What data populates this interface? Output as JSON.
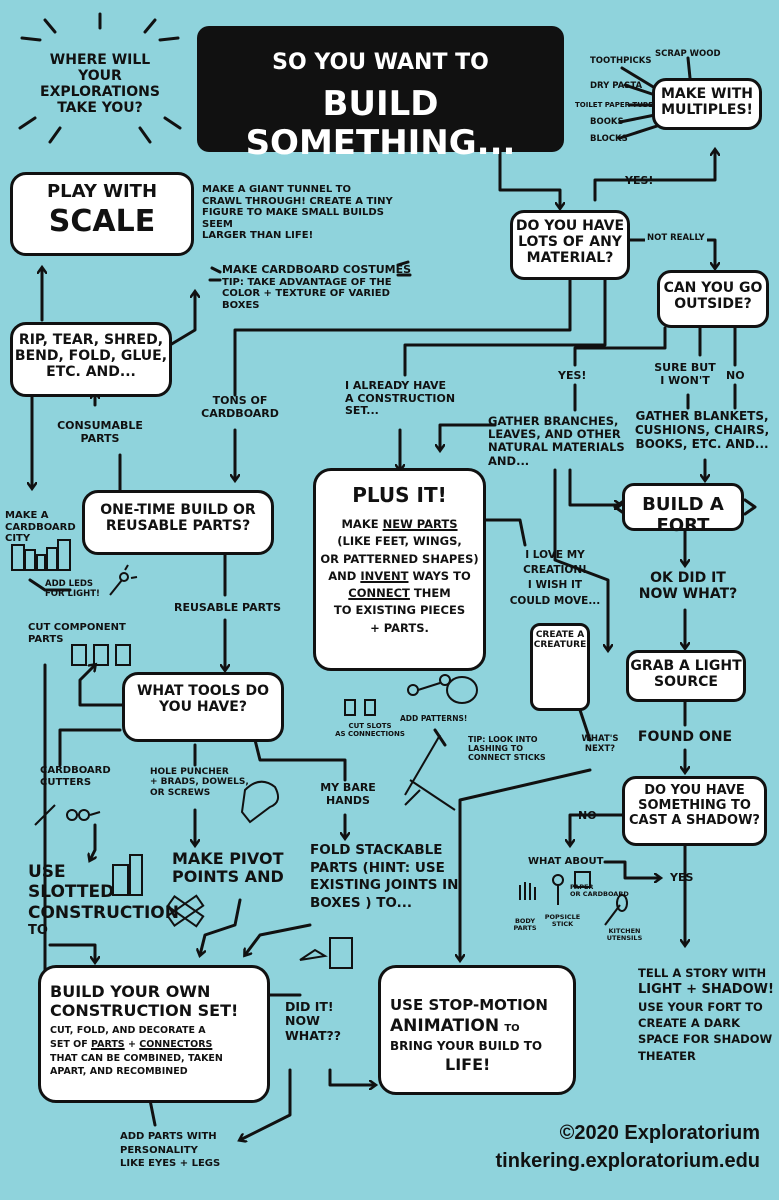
{
  "header": {
    "question": [
      "WHERE WILL",
      "YOUR EXPLORATIONS",
      "TAKE YOU?"
    ],
    "title_line1": "SO YOU WANT TO",
    "title_line2": "BUILD SOMETHING..."
  },
  "multiples": {
    "items": [
      "TOOTHPICKS",
      "SCRAP WOOD",
      "DRY PASTA",
      "TOILET PAPER TUBES",
      "BOOKS",
      "BLOCKS"
    ],
    "box": [
      "MAKE WITH",
      "MULTIPLES!"
    ]
  },
  "scale": {
    "box_line1": "PLAY WITH",
    "box_line2": "SCALE",
    "note": [
      "MAKE A GIANT TUNNEL TO",
      "CRAWL THROUGH! CREATE A TINY",
      "FIGURE TO MAKE SMALL BUILDS SEEM",
      "LARGER THAN LIFE!"
    ]
  },
  "material_question": [
    "DO YOU HAVE",
    "LOTS OF ANY",
    "MATERIAL?"
  ],
  "yes_label": "YES!",
  "not_really": "NOT REALLY",
  "outside_question": [
    "CAN YOU GO",
    "OUTSIDE?"
  ],
  "costumes": [
    "MAKE CARDBOARD COSTUMES",
    "TIP: TAKE ADVANTAGE OF THE",
    "COLOR + TEXTURE OF VARIED BOXES"
  ],
  "rip_box": [
    "RIP, TEAR, SHRED,",
    "BEND, FOLD, GLUE,",
    "ETC. AND..."
  ],
  "consumable": [
    "CONSUMABLE",
    "PARTS"
  ],
  "tons": [
    "TONS OF",
    "CARDBOARD"
  ],
  "construction_set": [
    "I ALREADY HAVE",
    "A CONSTRUCTION",
    "SET..."
  ],
  "outside_yes": "YES!",
  "outside_sure": [
    "SURE BUT",
    "I WON'T"
  ],
  "outside_no": "NO",
  "branches": [
    "GATHER BRANCHES,",
    "LEAVES, AND OTHER",
    "NATURAL MATERIALS",
    "AND..."
  ],
  "blankets": [
    "GATHER BLANKETS,",
    "CUSHIONS, CHAIRS,",
    "BOOKS, ETC. AND..."
  ],
  "fort": "BUILD A FORT",
  "city": {
    "label": [
      "MAKE A",
      "CARDBOARD",
      "CITY"
    ],
    "leds": [
      "ADD LEDS",
      "FOR LIGHT!"
    ]
  },
  "onetime": [
    "ONE-TIME BUILD OR",
    "REUSABLE PARTS?"
  ],
  "plus_it": {
    "title": "PLUS IT!",
    "l1": "MAKE",
    "l1u": "NEW PARTS",
    "l2": "(LIKE FEET, WINGS,",
    "l3": "OR PATTERNED SHAPES)",
    "l4a": "AND",
    "l4b": "INVENT",
    "l4c": "WAYS TO",
    "l5": "CONNECT",
    "l5b": "THEM",
    "l6": "TO EXISTING PIECES",
    "l7": "+ PARTS."
  },
  "love": [
    "I LOVE MY",
    "CREATION!",
    "I WISH IT",
    "COULD MOVE..."
  ],
  "creature": [
    "CREATE A",
    "CREATURE"
  ],
  "ok_did_it": [
    "OK DID IT",
    "NOW WHAT?"
  ],
  "reusable": "REUSABLE PARTS",
  "cut_parts": [
    "CUT COMPONENT",
    "PARTS"
  ],
  "light_source": [
    "GRAB A LIGHT",
    "SOURCE"
  ],
  "tools": [
    "WHAT TOOLS DO",
    "YOU HAVE?"
  ],
  "cut_slots": [
    "CUT SLOTS",
    "AS CONNECTIONS"
  ],
  "add_patterns": "ADD PATTERNS!",
  "lashing": [
    "TIP: LOOK INTO",
    "LASHING TO",
    "CONNECT STICKS"
  ],
  "whats_next": [
    "WHAT'S",
    "NEXT?"
  ],
  "found_one": "FOUND ONE",
  "shadow_question": [
    "DO YOU HAVE",
    "SOMETHING TO",
    "CAST A SHADOW?"
  ],
  "cutters": [
    "CARDBOARD",
    "CUTTERS"
  ],
  "hole_puncher": [
    "HOLE PUNCHER",
    "+ BRADS, DOWELS,",
    "OR SCREWS"
  ],
  "bare_hands": [
    "MY BARE",
    "HANDS"
  ],
  "no_label": "NO",
  "slotted": [
    "USE",
    "SLOTTED",
    "CONSTRUCTION",
    "TO"
  ],
  "pivot": [
    "MAKE PIVOT",
    "POINTS AND"
  ],
  "stackable": [
    "FOLD STACKABLE",
    "PARTS (HINT: USE",
    "EXISTING JOINTS IN",
    "BOXES ) TO..."
  ],
  "what_about": "WHAT ABOUT",
  "shadow_yes": "YES",
  "shadow_items": {
    "body": [
      "BODY",
      "PARTS"
    ],
    "paper": [
      "PAPER",
      "OR CARDBOARD"
    ],
    "stick": [
      "POPSICLE",
      "STICK"
    ],
    "utensils": [
      "KITCHEN",
      "UTENSILS"
    ]
  },
  "build_set": {
    "title1": "BUILD YOUR OWN",
    "title2": "CONSTRUCTION SET!",
    "l1": "CUT, FOLD, AND DECORATE A",
    "l2a": "SET OF",
    "l2b": "PARTS",
    "l2c": "+",
    "l2d": "CONNECTORS",
    "l3": "THAT CAN BE COMBINED, TAKEN",
    "l4": "APART, AND RECOMBINED"
  },
  "did_it": [
    "DID IT!",
    "NOW",
    "WHAT??"
  ],
  "stop_motion": [
    "USE STOP-MOTION",
    "ANIMATION",
    "TO",
    "BRING YOUR BUILD TO",
    "LIFE!"
  ],
  "story": [
    "TELL A STORY WITH",
    "LIGHT + SHADOW!",
    "USE YOUR FORT TO",
    "CREATE A DARK",
    "SPACE FOR SHADOW",
    "THEATER"
  ],
  "personality": [
    "ADD PARTS WITH",
    "PERSONALITY",
    "LIKE EYES + LEGS"
  ],
  "footer": {
    "copyright": "©2020 Exploratorium",
    "url": "tinkering.exploratorium.edu"
  },
  "colors": {
    "background": "#8fd3dc",
    "ink": "#111111",
    "box": "#ffffff"
  }
}
